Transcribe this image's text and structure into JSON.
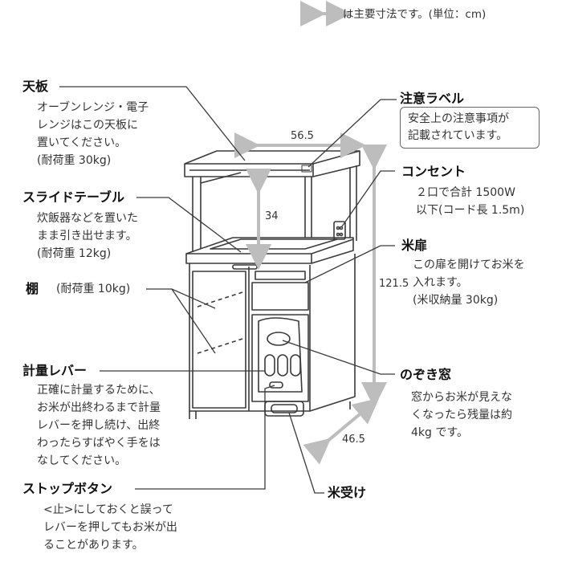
{
  "legend": {
    "text": "は主要寸法です。(単位：cm)"
  },
  "dimensions": {
    "width": "56.5",
    "shelf_height": "34",
    "height": "121.5",
    "depth": "46.5"
  },
  "callouts": {
    "tenban": {
      "title": "天板",
      "lines": [
        "オーブンレンジ・電子",
        "レンジはこの天板に",
        "置いてください。",
        "(耐荷重 30kg)"
      ]
    },
    "slide_table": {
      "title": "スライドテーブル",
      "lines": [
        "炊飯器などを置いた",
        "まま引き出せます。",
        "(耐荷重 12kg)"
      ]
    },
    "shelf": {
      "title": "棚",
      "note": "(耐荷重 10kg)"
    },
    "lever": {
      "title": "計量レバー",
      "lines": [
        "正確に計量するために、",
        "お米が出終わるまで計量",
        "レバーを押し続け、出終",
        "わったらすばやく手をは",
        "なしてください。"
      ]
    },
    "stop_button": {
      "title": "ストップボタン",
      "lines": [
        "<止>にしておくと誤って",
        "レバーを押してもお米が出",
        "ることがあります。"
      ]
    },
    "caution_label": {
      "title": "注意ラベル",
      "lines": [
        "安全上の注意事項が",
        "記載されています。"
      ]
    },
    "outlet": {
      "title": "コンセント",
      "lines": [
        "２口で合計 1500W",
        "以下(コード長 1.5m)"
      ]
    },
    "rice_door": {
      "title": "米扉",
      "lines": [
        "この扉を開けてお米を",
        "入れます。",
        "(米収納量 30kg)"
      ]
    },
    "window": {
      "title": "のぞき窓",
      "lines": [
        "窓からお米が見えな",
        "くなったら残量は約",
        "4kg です。"
      ]
    },
    "rice_tray": {
      "title": "米受け"
    }
  },
  "colors": {
    "line": "#3a3a3a",
    "dim_arrow": "#bdbdbd"
  }
}
